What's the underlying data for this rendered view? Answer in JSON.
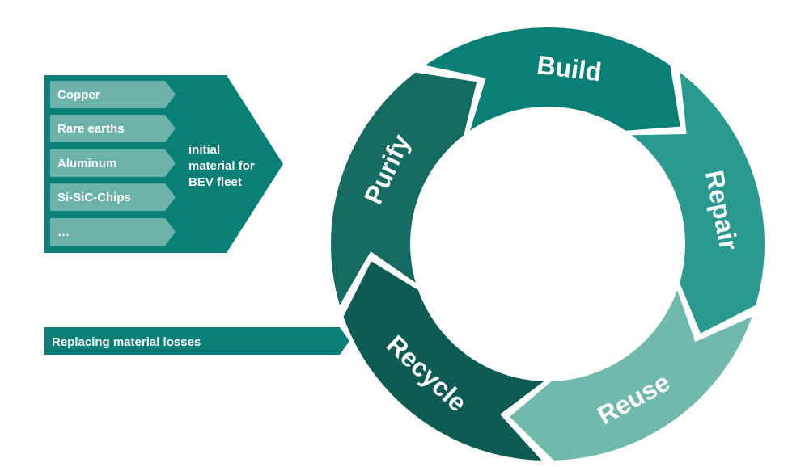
{
  "materials": {
    "items": [
      "Copper",
      "Rare earths",
      "Aluminum",
      "Si-SiC-Chips",
      "…"
    ],
    "label_lines": [
      "initial",
      "material for",
      "BEV fleet"
    ]
  },
  "losses": {
    "label": "Replacing material losses"
  },
  "cycle": {
    "stages": [
      {
        "name": "Build",
        "color": "#0a7f76"
      },
      {
        "name": "Repair",
        "color": "#2a9a90"
      },
      {
        "name": "Reuse",
        "color": "#71b8ad"
      },
      {
        "name": "Recycle",
        "color": "#0d5b52"
      },
      {
        "name": "Purify",
        "color": "#156b62"
      }
    ]
  },
  "colors": {
    "materials_block": "#0a7f76",
    "material_item": "#6db3a9",
    "losses_bar": "#0a7f76"
  }
}
